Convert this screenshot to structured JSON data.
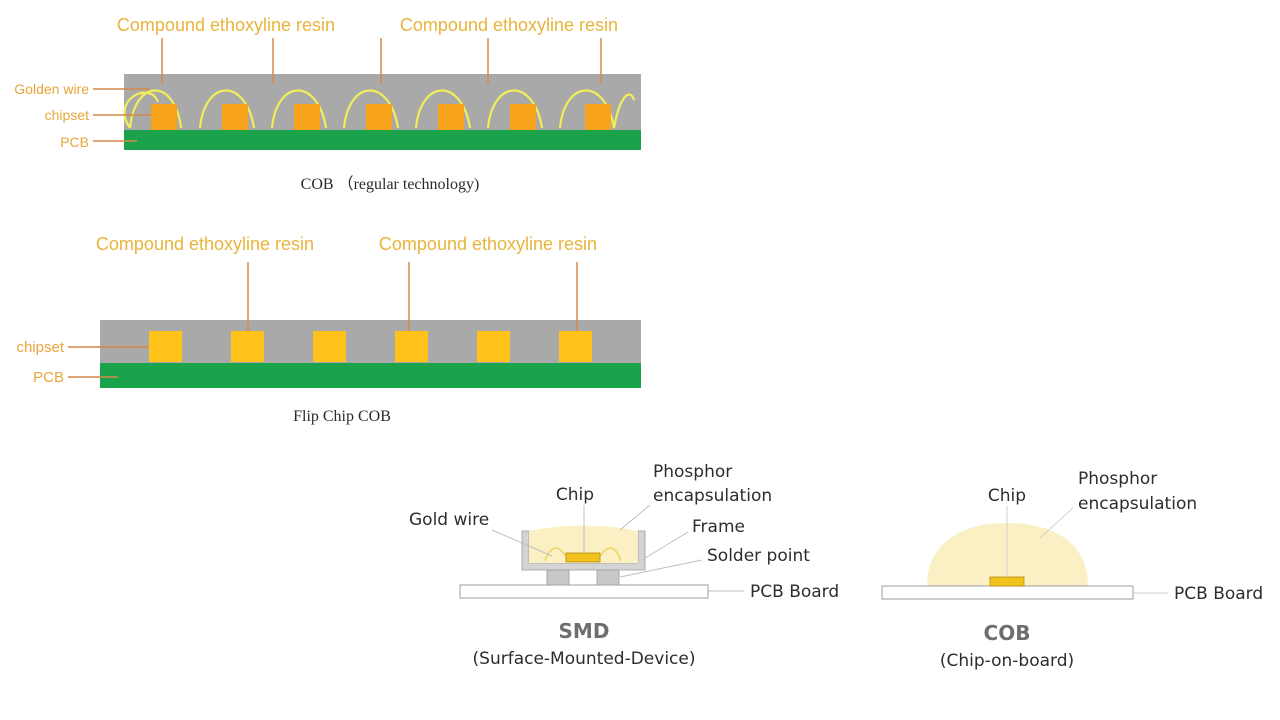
{
  "cob_regular": {
    "resin_labels": [
      "Compound ethoxyline resin",
      "Compound ethoxyline resin"
    ],
    "golden_wire": "Golden wire",
    "chipset": "chipset",
    "pcb": "PCB",
    "caption": "COB （regular technology)"
  },
  "flip_chip": {
    "resin_labels": [
      "Compound ethoxyline resin",
      "Compound ethoxyline resin"
    ],
    "chipset": "chipset",
    "pcb": "PCB",
    "caption": "Flip Chip COB"
  },
  "smd": {
    "chip": "Chip",
    "phosphor_line1": "Phosphor",
    "phosphor_line2": "encapsulation",
    "gold_wire": "Gold wire",
    "frame": "Frame",
    "solder_point": "Solder point",
    "pcb_board": "PCB Board",
    "title": "SMD",
    "subtitle": "(Surface-Mounted-Device)"
  },
  "cob": {
    "chip": "Chip",
    "phosphor_line1": "Phosphor",
    "phosphor_line2": "encapsulation",
    "pcb_board": "PCB Board",
    "title": "COB",
    "subtitle": "(Chip-on-board)"
  },
  "colors": {
    "resin": "#a9a9a9",
    "pcb": "#1aa34a",
    "chip": "#f7a21b",
    "flip_chip": "#ffc21a",
    "wire": "#f1ee58",
    "leader": "#d4894a",
    "label": "#e9b43a",
    "phosphor": "#fbf0c4"
  }
}
